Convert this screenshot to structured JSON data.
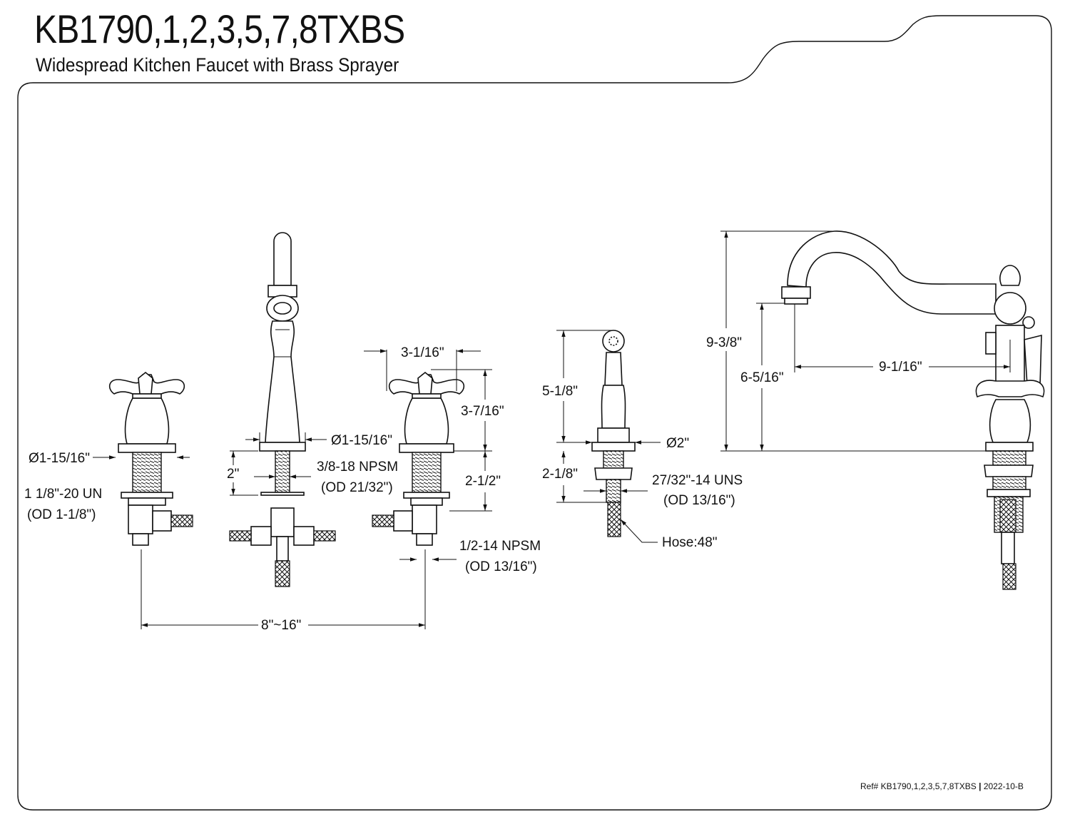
{
  "header": {
    "title": "KB1790,1,2,3,5,7,8TXBS",
    "subtitle": "Widespread Kitchen Faucet with Brass Sprayer"
  },
  "dimensions": {
    "left_handle_dia": "Ø1-15/16\"",
    "left_thread": "1 1/8\"-20 UN",
    "left_thread_od": "(OD 1-1/8\")",
    "spout_base_dia": "Ø1-15/16\"",
    "spout_shank_length": "2\"",
    "spout_thread": "3/8-18 NPSM",
    "spout_thread_od": "(OD 21/32\")",
    "handle_width": "3-1/16\"",
    "handle_height": "3-7/16\"",
    "handle_shank_length": "2-1/2\"",
    "inlet_thread": "1/2-14 NPSM",
    "inlet_thread_od": "(OD 13/16\")",
    "spread": "8\"~16\"",
    "sprayer_height": "5-1/8\"",
    "sprayer_base_dia": "Ø2\"",
    "sprayer_shank_length": "2-1/8\"",
    "sprayer_thread": "27/32\"-14 UNS",
    "sprayer_thread_od": "(OD 13/16\")",
    "hose_length": "Hose:48\"",
    "spout_total_height": "9-3/8\"",
    "spout_outlet_height": "6-5/16\"",
    "spout_reach": "9-1/16\""
  },
  "footer": {
    "ref_prefix": "Ref# KB1790,1,2,3,5,7,8TXBS",
    "separator": "|",
    "revision": "2022-10-B"
  }
}
